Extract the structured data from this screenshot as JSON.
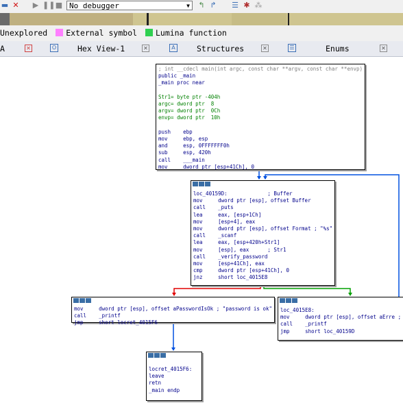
{
  "toolbar": {
    "debugger_select": "No debugger"
  },
  "legend": {
    "items": [
      {
        "label": "Unexplored",
        "color": "#ffffff",
        "shown_color": "#c8b37a"
      },
      {
        "label": "External symbol",
        "color": "#ff80ff"
      },
      {
        "label": "Lumina function",
        "color": "#30d050"
      }
    ]
  },
  "tabs": [
    {
      "label": "A"
    },
    {
      "label": "Hex View-1"
    },
    {
      "label": "Structures"
    },
    {
      "label": "Enums"
    }
  ],
  "nodes": {
    "main": [
      "; int __cdecl main(int argc, const char **argv, const char **envp)",
      "public _main",
      "_main proc near",
      "",
      "Str1= byte ptr -404h",
      "argc= dword ptr  8",
      "argv= dword ptr  0Ch",
      "envp= dword ptr  10h",
      "",
      "push    ebp",
      "mov     ebp, esp",
      "and     esp, 0FFFFFFF0h",
      "sub     esp, 420h",
      "call    ___main",
      "mov     dword ptr [esp+41Ch], 0"
    ],
    "loop": [
      "loc_40159D:             ; Buffer",
      "mov     dword ptr [esp], offset Buffer",
      "call    _puts",
      "lea     eax, [esp+1Ch]",
      "mov     [esp+4], eax",
      "mov     dword ptr [esp], offset Format ; \"%s\"",
      "call    _scanf",
      "lea     eax, [esp+420h+Str1]",
      "mov     [esp], eax      ; Str1",
      "call    _verify_password",
      "mov     [esp+41Ch], eax",
      "cmp     dword ptr [esp+41Ch], 0",
      "jnz     short loc_4015E8"
    ],
    "ok": [
      "mov     dword ptr [esp], offset aPasswordIsOk ; \"password is ok\"",
      "call    _printf",
      "jmp     short locret_4015F6"
    ],
    "err": [
      "loc_4015E8:",
      "mov     dword ptr [esp], offset aErre ;",
      "call    _printf",
      "jmp     short loc_40159D"
    ],
    "ret": [
      "locret_4015F6:",
      "leave",
      "retn",
      "_main endp"
    ]
  }
}
